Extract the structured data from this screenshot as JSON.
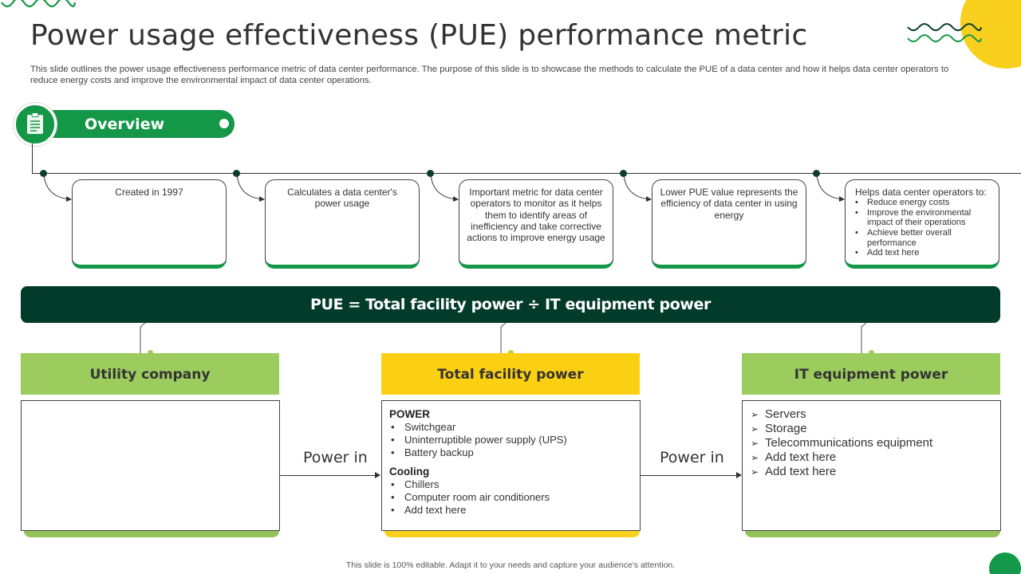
{
  "header": {
    "title": "Power usage effectiveness (PUE) performance metric",
    "subtitle": "This slide outlines the power usage effectiveness performance metric of data center performance. The purpose of this slide is to showcase the methods to calculate the PUE of a data center and how it helps data center operators to reduce energy costs and improve the environmental impact of data center operations."
  },
  "overview": {
    "label": "Overview",
    "icon": "clipboard-icon"
  },
  "cards": [
    {
      "text": "Created in 1997"
    },
    {
      "text": "Calculates a data center's power usage"
    },
    {
      "text": "Important metric for data center operators to monitor as it helps them to identify areas of inefficiency and take corrective actions to improve energy usage"
    },
    {
      "text": "Lower PUE value represents the efficiency of data center in using energy"
    },
    {
      "text": "Helps data center operators to:",
      "bullets": [
        "Reduce energy costs",
        "Improve the environmental impact of their operations",
        "Achieve better overall performance",
        "Add text here"
      ]
    }
  ],
  "formula": {
    "text": "PUE = Total facility power ÷ IT equipment power"
  },
  "columns": {
    "utility": {
      "title": "Utility company"
    },
    "facility": {
      "title": "Total facility power",
      "sections": [
        {
          "heading": "POWER",
          "items": [
            "Switchgear",
            "Uninterruptible  power supply (UPS)",
            "Battery backup"
          ]
        },
        {
          "heading": "Cooling",
          "items": [
            "Chillers",
            "Computer room air conditioners",
            "Add text here"
          ]
        }
      ]
    },
    "it": {
      "title": "IT equipment power",
      "items": [
        "Servers",
        "Storage",
        "Telecommunications equipment",
        "Add text here",
        "Add text here"
      ]
    }
  },
  "arrows": {
    "left_label": "Power in",
    "right_label": "Power in"
  },
  "footer": {
    "text": "This slide is 100% editable. Adapt it to your needs and capture your audience's attention."
  },
  "colors": {
    "dark_green": "#023b2a",
    "green": "#149747",
    "light_green": "#9ccb5e",
    "yellow": "#fbcf12"
  }
}
